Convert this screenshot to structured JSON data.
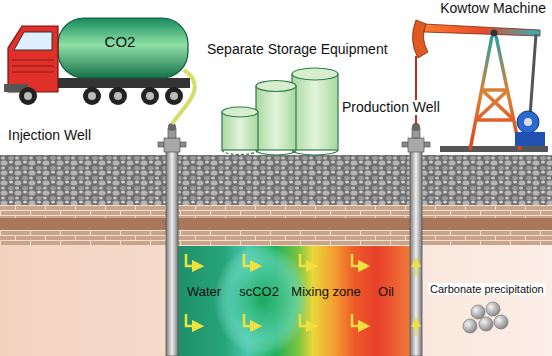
{
  "diagram": {
    "nodes": [
      {
        "text": [
          "CO2"
        ]
      },
      {
        "text": [
          "Water"
        ]
      },
      {
        "text": [
          "scCO2"
        ]
      },
      {
        "text": [
          "Mixing zone"
        ]
      },
      {
        "text": [
          "Oil"
        ]
      }
    ],
    "labels": [
      "Separate Storage Equipment",
      "Kowtow Machine",
      "Injection Well",
      "Production Well",
      "Carbonate precipitation"
    ]
  }
}
